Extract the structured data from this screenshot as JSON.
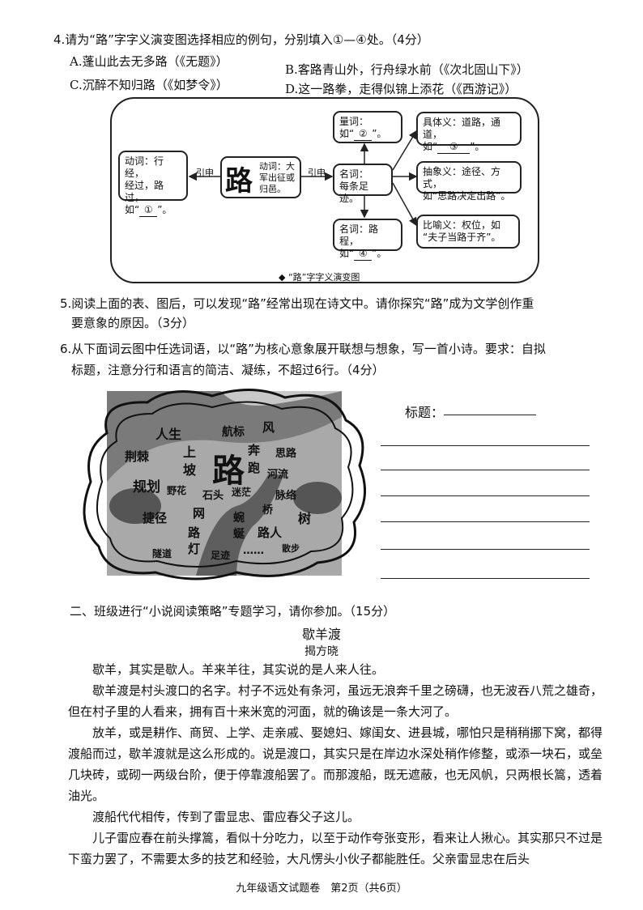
{
  "q4": {
    "stem": "4.请为“路”字字义演变图选择相应的例句，分别填入①—④处。（4分）",
    "options": [
      "A.蓬山此去无多路（《无题》）",
      "B.客路青山外，行舟绿水前（《次北固山下》）",
      "C.沉醉不知归路（《如梦令》）",
      "D.这一路拳，走得似锦上添花（《西游记》）"
    ]
  },
  "diagram": {
    "box_verb1": [
      "动词：行经，",
      "经过，路过，"
    ],
    "box_verb1_prefix": "如“",
    "mark1": "①",
    "box_verb1_suffix": "”。",
    "arrow_yinshen": "引申",
    "lu_char": "路",
    "box_verb2": [
      "动词：大",
      "军出征或",
      "归邑。"
    ],
    "box_noun_main": [
      "名词：",
      "每条足迹。"
    ],
    "box_liang": "量词：",
    "box_liang_prefix": "如“",
    "mark2": "②",
    "box_liang_suffix": "”。",
    "box_road": "名词：路程，",
    "box_road_prefix": "如“",
    "mark4": "④",
    "box_road_suffix": "”。",
    "box_concrete": "具体义：道路，通道，",
    "box_concrete_prefix": "如“",
    "mark3": "③",
    "box_concrete_suffix": "”。",
    "box_abstract": [
      "抽象义：途径、方式，",
      "如“思路决定出路”。"
    ],
    "box_metaphor": [
      "比喻义：权位，如",
      "“夫子当路于齐”。"
    ],
    "caption": "◆ “路”字字义演变图"
  },
  "q5": {
    "line1": "5.阅读上面的表、图后，可以发现“路”经常出现在诗文中。请你探究“路”成为文学创作重",
    "line2": "要意象的原因。（3分）"
  },
  "q6": {
    "line1": "6.从下面词云图中任选词语，以“路”为核心意象展开联想与想象，写一首小诗。要求：自拟",
    "line2": "标题，注意分行和语言的简洁、凝练，不超过6行。（4分）"
  },
  "word_cloud": {
    "words": [
      "人生",
      "航标",
      "风",
      "荆棘",
      "上",
      "坡",
      "路",
      "奔",
      "跑",
      "思路",
      "河流",
      "规划",
      "野花",
      "石头",
      "迷茫",
      "脉络",
      "桥",
      "捷径",
      "网",
      "蜿",
      "蜒",
      "树",
      "路",
      "灯",
      "路人",
      "隧道",
      "足迹",
      "……",
      "散步"
    ]
  },
  "title_label": "标题：",
  "section2": {
    "heading": "二、班级进行“小说阅读策略”专题学习，请你参加。（15分）",
    "story_title": "歇羊渡",
    "author": "揭方晓",
    "paragraphs": [
      "歇羊，其实是歇人。羊来羊往，其实说的是人来人往。",
      "歇羊渡是村头渡口的名字。村子不远处有条河，虽远无浪奔千里之磅礴，也无波吞八荒之雄奇，但在村子里的人看来，拥有百十来米宽的河面，就的确该是一条大河了。",
      "放羊，或是耕作、商贸、上学、走亲戚、娶媳妇、嫁闺女、进县城，哪怕只是稍稍挪下窝，都得渡船而过，歇羊渡就是这么形成的。说是渡口，其实只是在岸边水深处稍作修整，或添一块石，或垒几块砖，或砌一两级台阶，便于停靠渡船罢了。而那渡船，既无遮蔽，也无风帆，只两根长篙，透着油光。",
      "渡船代代相传，传到了雷显忠、雷应春父子这儿。",
      "儿子雷应春在前头撑篙，看似十分吃力，以至于动作夸张变形，看来让人揪心。其实那只不过是下蛮力罢了，不需要太多的技艺和经验，大凡愣头小伙子都能胜任。父亲雷显忠在后头"
    ]
  },
  "footer": "九年级语文试题卷　第2页（共6页）"
}
